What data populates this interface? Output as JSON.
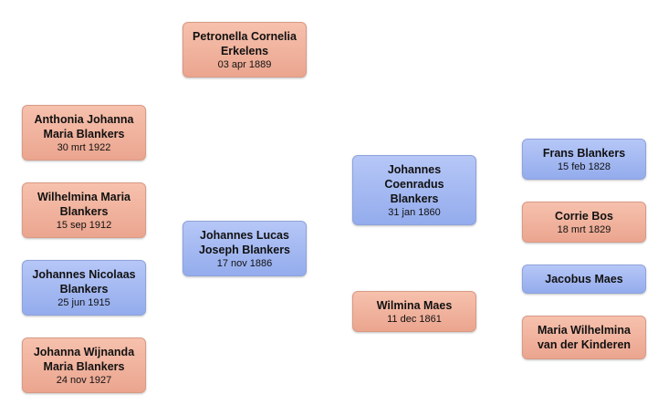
{
  "people": {
    "mother": {
      "name": "Petronella Cornelia Erkelens",
      "date": "03 apr 1889",
      "gender": "female"
    },
    "child1": {
      "name": "Anthonia Johanna Maria Blankers",
      "date": "30 mrt 1922",
      "gender": "female"
    },
    "child2": {
      "name": "Wilhelmina Maria Blankers",
      "date": "15 sep 1912",
      "gender": "female"
    },
    "child3": {
      "name": "Johannes Nicolaas Blankers",
      "date": "25 jun 1915",
      "gender": "male"
    },
    "child4": {
      "name": "Johanna Wijnanda Maria Blankers",
      "date": "24 nov 1927",
      "gender": "female"
    },
    "focus": {
      "name": "Johannes Lucas Joseph Blankers",
      "date": "17 nov 1886",
      "gender": "male"
    },
    "father": {
      "name": "Johannes Coenradus Blankers",
      "date": "31 jan 1860",
      "gender": "male"
    },
    "fathers_mother": {
      "name": "Wilmina Maes",
      "date": "11 dec 1861",
      "gender": "female"
    },
    "gp1": {
      "name": "Frans Blankers",
      "date": "15 feb 1828",
      "gender": "male"
    },
    "gp2": {
      "name": "Corrie Bos",
      "date": "18 mrt 1829",
      "gender": "female"
    },
    "gp3": {
      "name": "Jacobus Maes",
      "date": "",
      "gender": "male"
    },
    "gp4": {
      "name": "Maria Wilhelmina van der Kinderen",
      "date": "",
      "gender": "female"
    }
  },
  "colors": {
    "female": "#eba58f",
    "male": "#94aced"
  }
}
